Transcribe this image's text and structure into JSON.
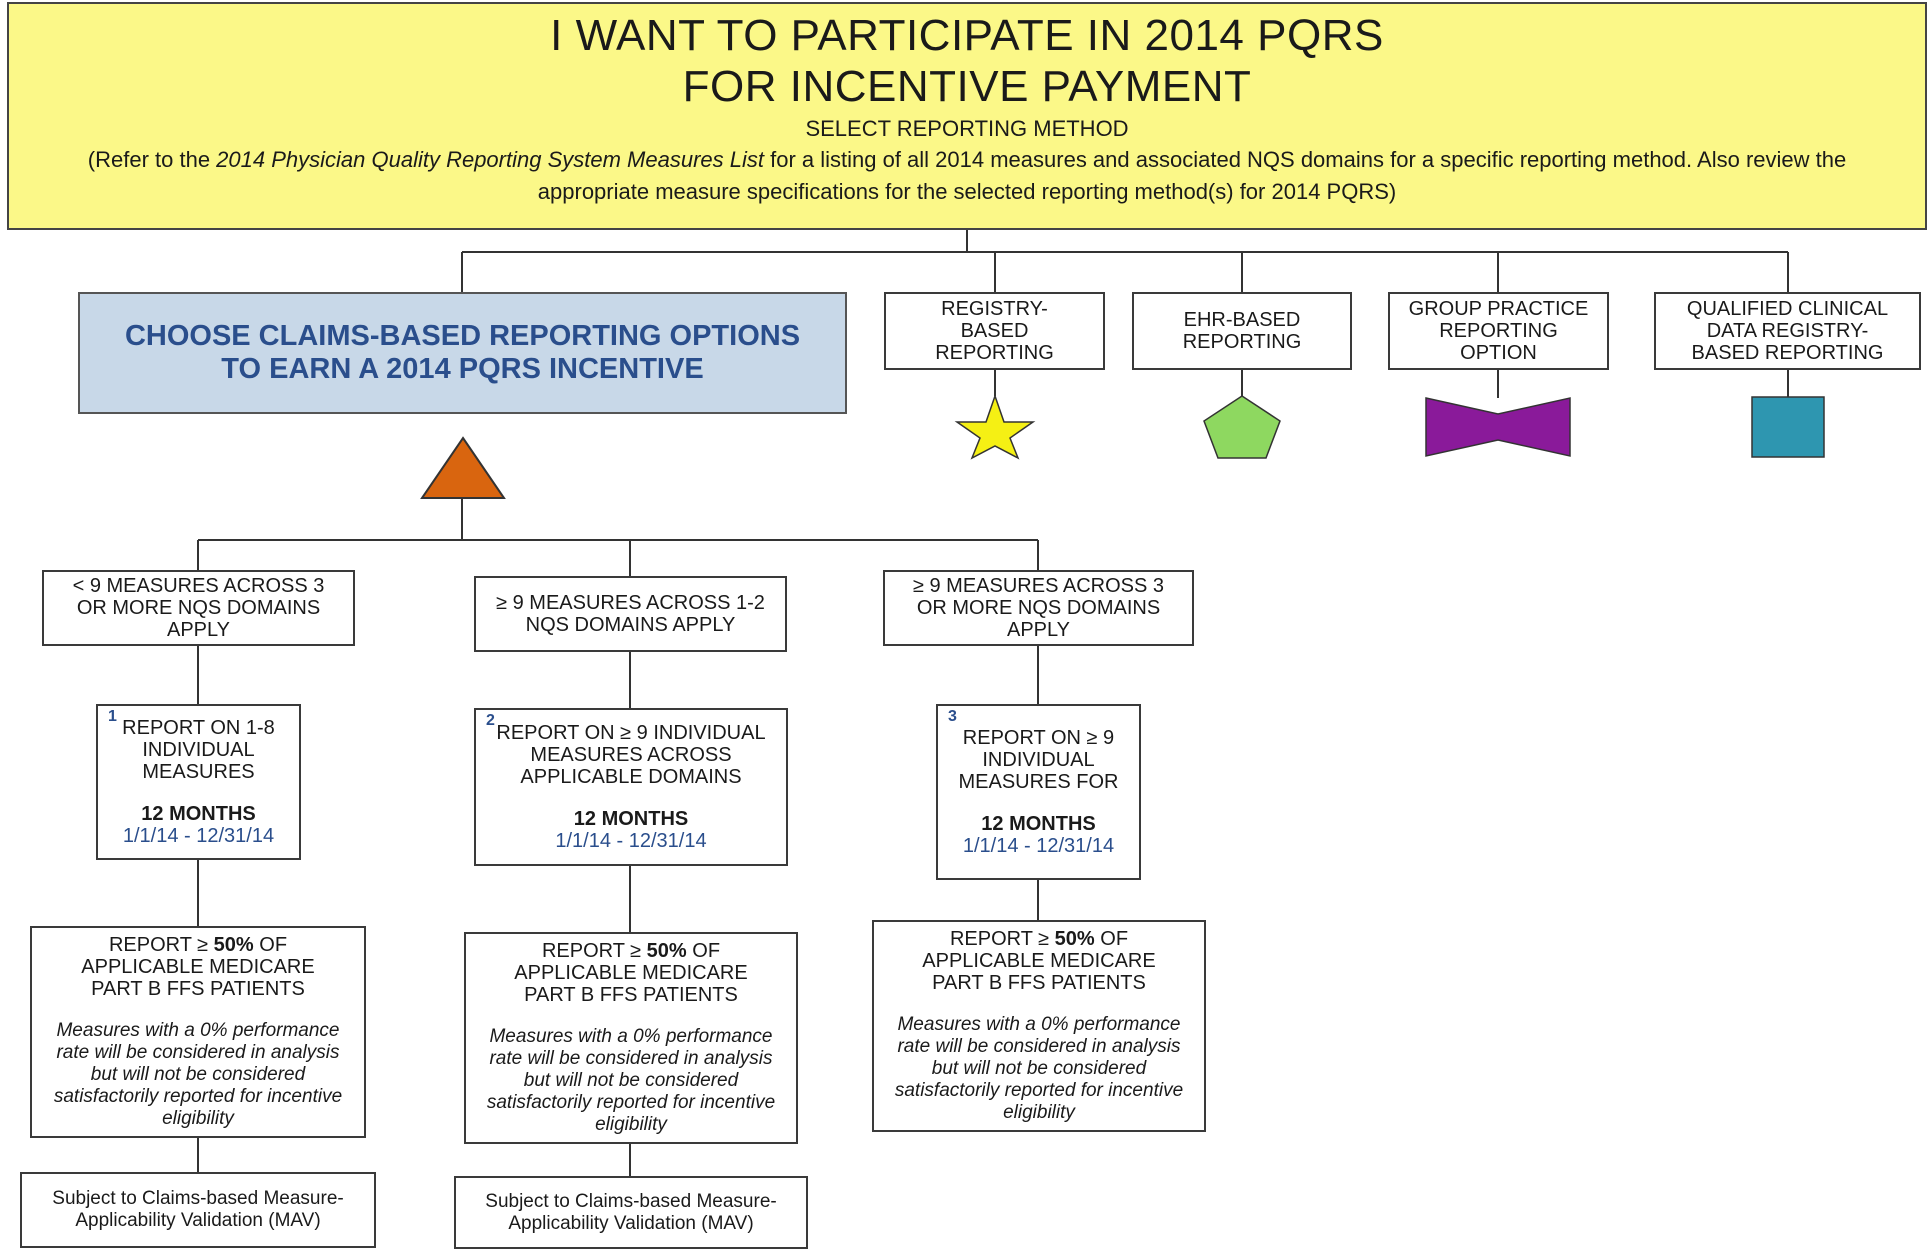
{
  "header": {
    "title_line1": "I WANT TO PARTICIPATE IN 2014 PQRS",
    "title_line2": "FOR INCENTIVE PAYMENT",
    "subtitle": "SELECT REPORTING METHOD",
    "note_prefix": "(Refer to the ",
    "note_italic": "2014 Physician Quality Reporting System Measures List",
    "note_suffix": " for a listing of all 2014 measures and associated NQS domains for a specific reporting method. Also review the appropriate measure specifications for the selected reporting method(s) for 2014 PQRS)"
  },
  "claims_box": {
    "line1": "CHOOSE CLAIMS-BASED REPORTING OPTIONS",
    "line2": "TO EARN A 2014 PQRS INCENTIVE"
  },
  "methods": [
    {
      "label": "REGISTRY-BASED REPORTING",
      "icon": "star-icon",
      "color": "#f5f014"
    },
    {
      "label": "EHR-BASED REPORTING",
      "icon": "pentagon-icon",
      "color": "#8ed860"
    },
    {
      "label": "GROUP PRACTICE REPORTING OPTION",
      "icon": "bowtie-icon",
      "color": "#8a1a9a"
    },
    {
      "label": "QUALIFIED CLINICAL DATA REGISTRY-BASED REPORTING",
      "icon": "square-icon",
      "color": "#2e96b0"
    }
  ],
  "claims_icon": {
    "icon": "triangle-icon",
    "color": "#d9650f"
  },
  "branches": [
    {
      "condition": "< 9 MEASURES ACROSS 3 OR MORE NQS DOMAINS APPLY",
      "number": "1",
      "report": "REPORT ON 1-8 INDIVIDUAL MEASURES",
      "months": "12 MONTHS",
      "dates": "1/1/14 - 12/31/14",
      "percent_prefix": "REPORT ≥ ",
      "percent_bold": "50%",
      "percent_suffix": " OF APPLICABLE MEDICARE PART B FFS PATIENTS",
      "note": "Measures with a 0% performance rate will be considered in analysis but will not be considered satisfactorily reported for incentive eligibility",
      "mav": "Subject to Claims-based Measure-Applicability Validation (MAV)"
    },
    {
      "condition": "≥ 9 MEASURES ACROSS 1-2 NQS DOMAINS APPLY",
      "number": "2",
      "report": "REPORT ON ≥ 9 INDIVIDUAL MEASURES ACROSS APPLICABLE DOMAINS",
      "months": "12 MONTHS",
      "dates": "1/1/14 - 12/31/14",
      "percent_prefix": "REPORT ≥ ",
      "percent_bold": "50%",
      "percent_suffix": " OF APPLICABLE MEDICARE PART B FFS PATIENTS",
      "note": "Measures with a 0% performance rate will be considered in analysis but will not be considered satisfactorily reported for incentive eligibility",
      "mav": "Subject to Claims-based Measure-Applicability Validation (MAV)"
    },
    {
      "condition": "≥ 9 MEASURES ACROSS 3 OR MORE NQS DOMAINS APPLY",
      "number": "3",
      "report": "REPORT ON ≥ 9 INDIVIDUAL MEASURES FOR",
      "months": "12 MONTHS",
      "dates": "1/1/14 - 12/31/14",
      "percent_prefix": "REPORT ≥ ",
      "percent_bold": "50%",
      "percent_suffix": " OF APPLICABLE MEDICARE PART B FFS PATIENTS",
      "note": "Measures with a 0% performance rate will be considered in analysis but will not be considered satisfactorily reported for incentive eligibility"
    }
  ]
}
